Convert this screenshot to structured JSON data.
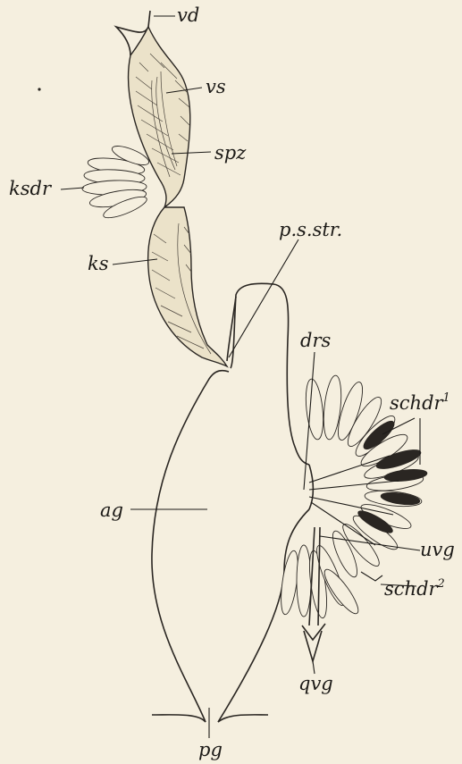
{
  "labels": {
    "vd": "vd",
    "vs": "vs",
    "spz": "spz",
    "ksdr": "ksdr",
    "pss": "p.s.str.",
    "ks": "ks",
    "drs": "drs",
    "schdr1": "schdr",
    "schdr1_sup": "1",
    "ag": "ag",
    "uvg": "uvg",
    "schdr2": "schdr",
    "schdr2_sup": "2",
    "qvg": "qvg",
    "pg": "pg"
  }
}
